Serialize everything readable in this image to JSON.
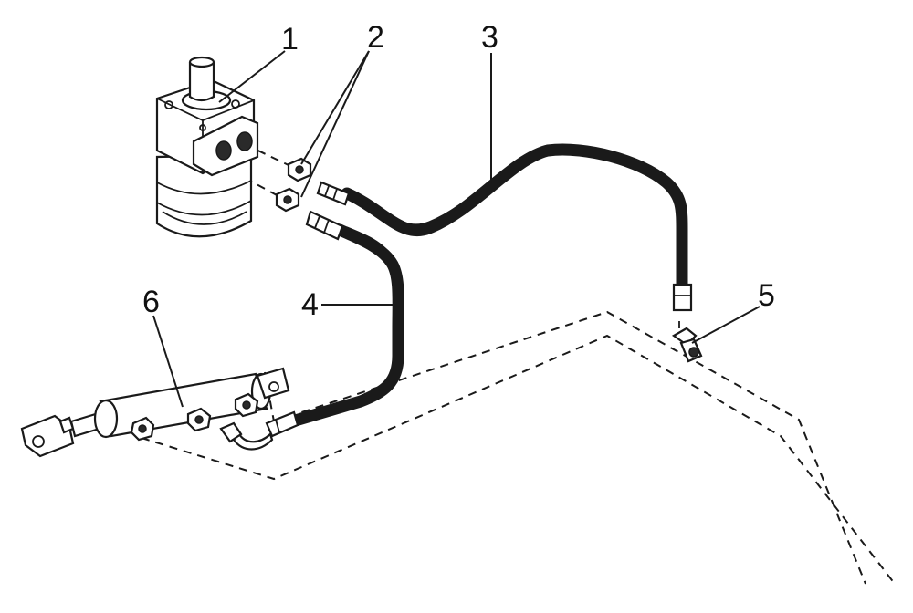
{
  "callouts": [
    {
      "id": "motor",
      "label": "1"
    },
    {
      "id": "fittings",
      "label": "2"
    },
    {
      "id": "hose-upper",
      "label": "3"
    },
    {
      "id": "hose-lower",
      "label": "4"
    },
    {
      "id": "tee-fitting",
      "label": "5"
    },
    {
      "id": "cylinder",
      "label": "6"
    }
  ]
}
